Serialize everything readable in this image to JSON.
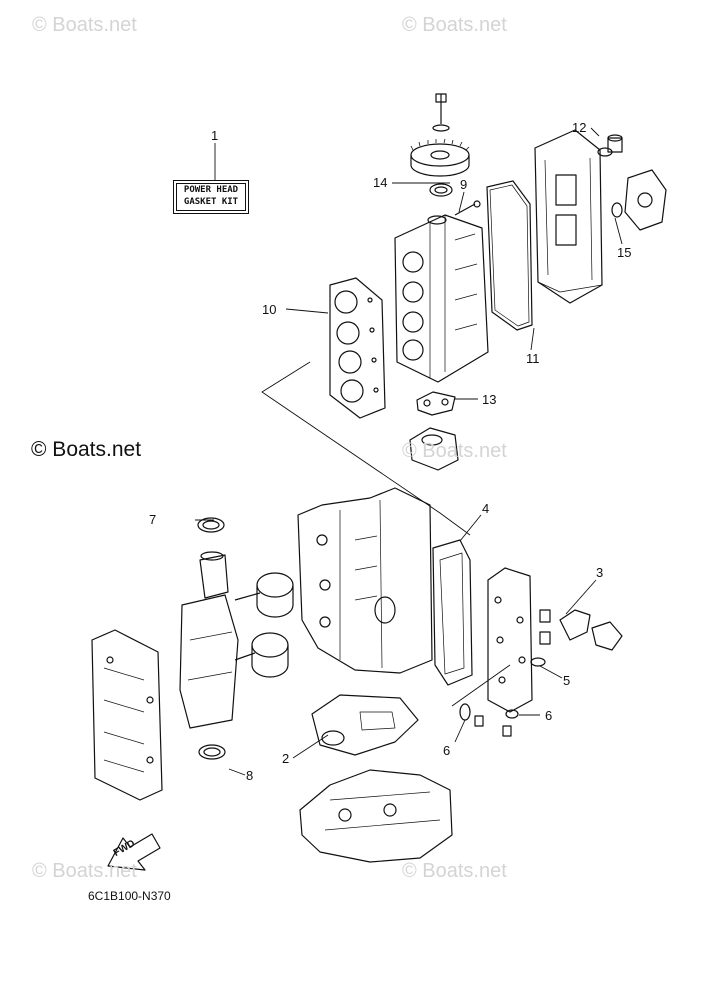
{
  "watermarks": {
    "top_left": "© Boats.net",
    "top_right": "© Boats.net",
    "center": "© Boats.net",
    "center_faint": "© Boats.net",
    "bottom_left": "© Boats.net",
    "bottom_right": "© Boats.net"
  },
  "kit_label": {
    "line1": "POWER HEAD",
    "line2": "GASKET KIT"
  },
  "part_numbers": [
    "1",
    "2",
    "3",
    "4",
    "5",
    "6",
    "6",
    "7",
    "8",
    "9",
    "10",
    "11",
    "12",
    "13",
    "14",
    "15"
  ],
  "diagram_code": "6C1B100-N370",
  "fwd_label": "FWD",
  "colors": {
    "line": "#111111",
    "watermark": "#d4d4d4",
    "background": "#ffffff"
  }
}
